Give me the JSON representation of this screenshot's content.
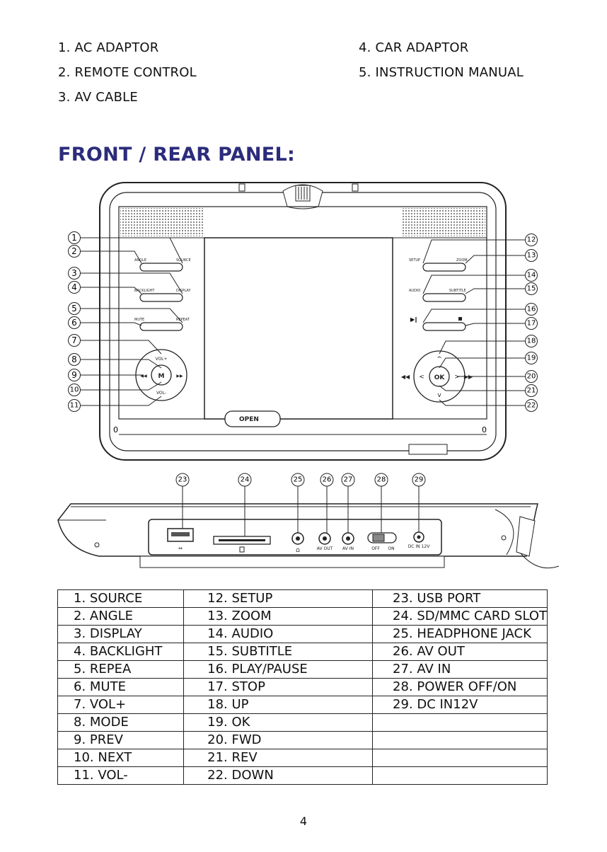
{
  "accessories": [
    "1. AC ADAPTOR",
    "2. REMOTE CONTROL",
    "3. AV CABLE",
    "4. CAR ADAPTOR",
    "5. INSTRUCTION MANUAL"
  ],
  "heading": "FRONT / REAR PANEL:",
  "front_panel": {
    "button_labels": {
      "angle": "ANGLE",
      "source": "SOURCE",
      "backlight": "BACKLIGHT",
      "display": "DISPLAY",
      "mute": "MUTE",
      "repeat": "REPEAT",
      "setup": "SETUP",
      "zoom": "ZOOM",
      "audio": "AUDIO",
      "subtitle": "SUBTITLE",
      "vol_plus": "VOL+",
      "vol_minus": "VOL-",
      "mode": "M",
      "ok": "OK",
      "open": "OPEN"
    },
    "callouts": [
      "1",
      "2",
      "3",
      "4",
      "5",
      "6",
      "7",
      "8",
      "9",
      "10",
      "11",
      "12",
      "13",
      "14",
      "15",
      "16",
      "17",
      "18",
      "19",
      "20",
      "21",
      "22"
    ]
  },
  "side_panel": {
    "callouts": [
      "23",
      "24",
      "25",
      "26",
      "27",
      "28",
      "29"
    ],
    "labels": {
      "av_out": "AV OUT",
      "av_in": "AV IN",
      "off": "OFF",
      "on": "ON",
      "dc_in": "DC IN 12V"
    }
  },
  "parts_table": [
    [
      "1. SOURCE",
      "12. SETUP",
      "23. USB PORT"
    ],
    [
      "2. ANGLE",
      "13. ZOOM",
      "24. SD/MMC CARD SLOT"
    ],
    [
      "3. DISPLAY",
      "14. AUDIO",
      "25. HEADPHONE JACK"
    ],
    [
      "4. BACKLIGHT",
      "15. SUBTITLE",
      "26. AV OUT"
    ],
    [
      "5. REPEA",
      "16. PLAY/PAUSE",
      "27. AV IN"
    ],
    [
      "6. MUTE",
      "17. STOP",
      "28. POWER OFF/ON"
    ],
    [
      "7. VOL+",
      "18. UP",
      "29. DC IN12V"
    ],
    [
      "8. MODE",
      "19. OK",
      ""
    ],
    [
      "9. PREV",
      "20. FWD",
      ""
    ],
    [
      "10. NEXT",
      "21. REV",
      ""
    ],
    [
      "11. VOL-",
      "22. DOWN",
      ""
    ]
  ],
  "page_number": "4"
}
